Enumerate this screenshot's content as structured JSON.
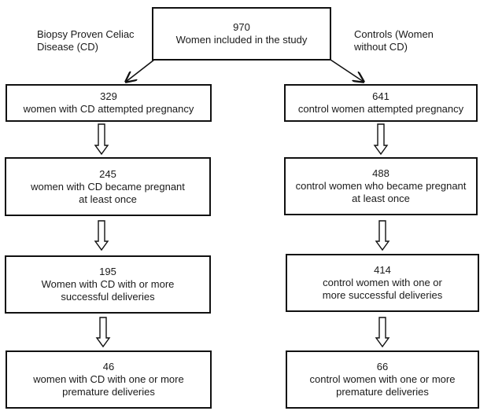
{
  "top": {
    "count": "970",
    "text": "Women included in the study"
  },
  "branch_labels": {
    "left": [
      "Biopsy Proven Celiac",
      "Disease (CD)"
    ],
    "right": [
      "Controls (Women",
      "without CD)"
    ]
  },
  "left_boxes": [
    {
      "count": "329",
      "lines": [
        "women with CD attempted pregnancy"
      ]
    },
    {
      "count": "245",
      "lines": [
        "women with CD became pregnant",
        "at least once"
      ]
    },
    {
      "count": "195",
      "lines": [
        "Women with CD with or more",
        "successful deliveries"
      ]
    },
    {
      "count": "46",
      "lines": [
        "women with CD with one or more",
        "premature deliveries"
      ]
    }
  ],
  "right_boxes": [
    {
      "count": "641",
      "lines": [
        "control women attempted pregnancy"
      ]
    },
    {
      "count": "488",
      "lines": [
        "control women who became pregnant",
        "at least once"
      ]
    },
    {
      "count": "414",
      "lines": [
        "control women with one or",
        "more successful deliveries"
      ]
    },
    {
      "count": "66",
      "lines": [
        "control women with one or more",
        "premature deliveries"
      ]
    }
  ]
}
